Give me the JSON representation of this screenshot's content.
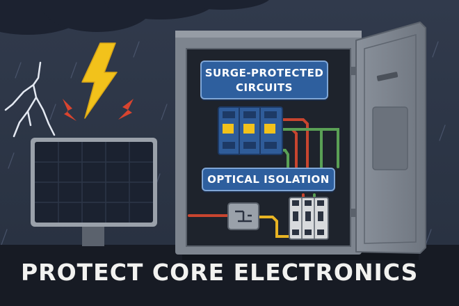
{
  "labels": {
    "surge_protected": "SURGE-PROTECTED\nCIRCUITS",
    "optical_isolation": "OPTICAL ISOLATION"
  },
  "headline": "PROTECT CORE ELECTRONICS",
  "icons": [
    "lightning-bolt-icon",
    "spark-icon",
    "solar-panel-icon",
    "electrical-cabinet-icon",
    "surge-breaker-icon",
    "optocoupler-icon",
    "door-handle-icon"
  ],
  "colors": {
    "sky": "#2a3344",
    "ground": "#171b24",
    "bolt": "#f2c21b",
    "spark": "#d9442f",
    "label_fill": "#2e5f9e",
    "breaker_blue": "#2f5c99",
    "wire_red": "#c8452f",
    "wire_green": "#5aa055",
    "wire_yellow": "#e8b423"
  }
}
